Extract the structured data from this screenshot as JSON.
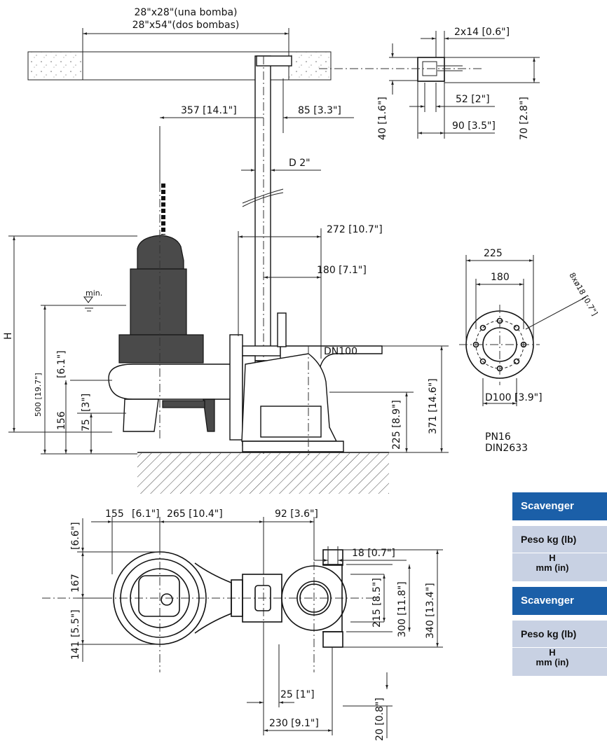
{
  "top": {
    "pit_dim_one": "28\"x28\"(una bomba)",
    "pit_dim_two": "28\"x54\"(dos bombas)"
  },
  "detail": {
    "bolt": "2x14 [0.6\"]",
    "w52": "52 [2\"]",
    "w90": "90 [3.5\"]",
    "h40": "40 [1.6\"]",
    "h70": "70 [2.8\"]"
  },
  "side": {
    "d357": "357 [14.1\"]",
    "d85": "85 [3.3\"]",
    "pipe": "D 2\"",
    "d272": "272 [10.7\"]",
    "d180": "180 [7.1\"]",
    "dn": "DN100",
    "min": "min.",
    "h": "H",
    "h500": "500 [19.7\"]",
    "h156": "156",
    "h156in": "[6.1\"]",
    "h75": "75",
    "h75in": "[3\"]",
    "h225": "225 [8.9\"]",
    "h371": "371 [14.6\"]"
  },
  "flange": {
    "d225": "225",
    "d180": "180",
    "holes": "8xø18 [0.7\"]",
    "d100": "D100 [3.9\"]",
    "pn": "PN16",
    "din": "DIN2633"
  },
  "plan": {
    "d155": "155",
    "d155in": "[6.1\"]",
    "d265": "265 [10.4\"]",
    "d92": "92 [3.6\"]",
    "d18": "18 [0.7\"]",
    "h167": "167",
    "h167in": "[6.6\"]",
    "h141": "141",
    "h141in": "[5.5\"]",
    "h215": "215 [8.5\"]",
    "h300": "300 [11.8\"]",
    "h340": "340 [13.4\"]",
    "d25": "25 [1\"]",
    "d230": "230 [9.1\"]",
    "d20": "20 [0.8\"]"
  },
  "table": {
    "header1": "Scavenger",
    "weight1": "Peso kg (lb)",
    "h_label": "H",
    "h_unit": "mm (in)",
    "header2": "Scavenger",
    "weight2": "Peso kg (lb)",
    "h_label2": "H",
    "h_unit2": "mm (in)",
    "header_color": "#1b5fa8",
    "row_color": "#c8d1e3"
  }
}
